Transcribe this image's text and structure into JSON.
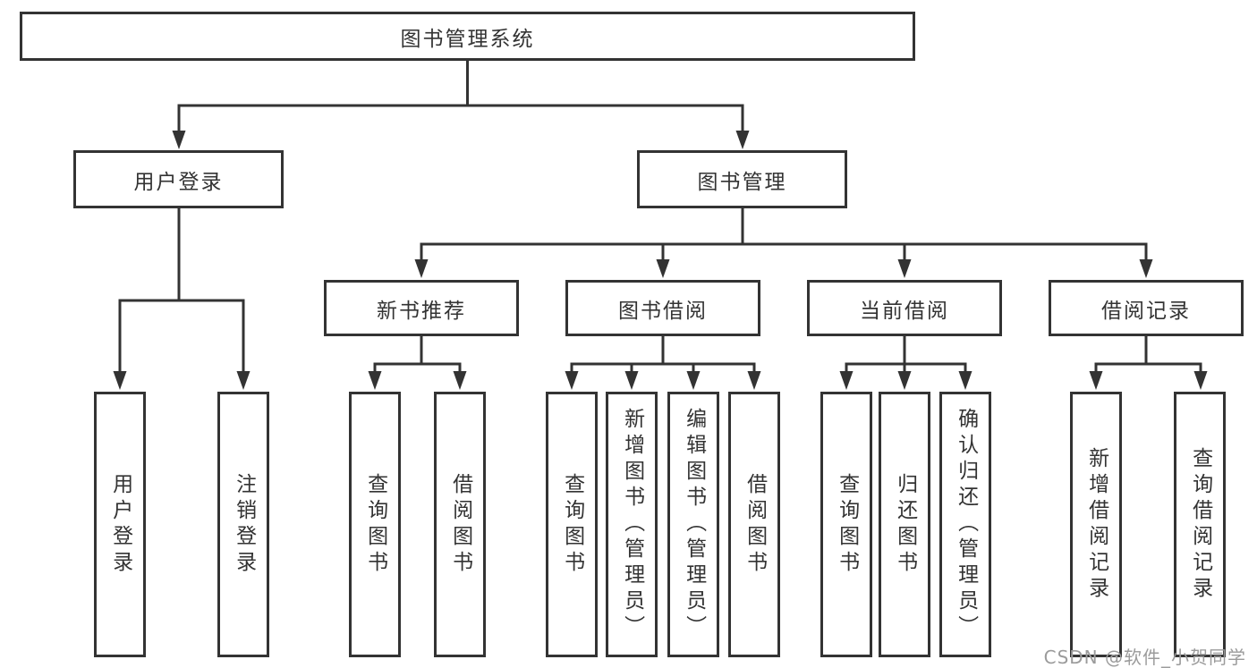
{
  "colors": {
    "line": "#333333",
    "node_border": "#333333",
    "node_background": "#ffffff",
    "text": "#333333",
    "watermark": "#9b9b9b",
    "page_background": "#ffffff"
  },
  "watermark": "CSDN @软件_小贺同学",
  "tree": {
    "root": {
      "label": "图书管理系统"
    },
    "branches": [
      {
        "label": "用户登录",
        "children": [
          {
            "label": "用户登录"
          },
          {
            "label": "注销登录"
          }
        ]
      },
      {
        "label": "图书管理",
        "children": [
          {
            "label": "新书推荐",
            "children": [
              {
                "label": "查询图书"
              },
              {
                "label": "借阅图书"
              }
            ]
          },
          {
            "label": "图书借阅",
            "children": [
              {
                "label": "查询图书"
              },
              {
                "label": "新增图书（管理员）"
              },
              {
                "label": "编辑图书（管理员）"
              },
              {
                "label": "借阅图书"
              }
            ]
          },
          {
            "label": "当前借阅",
            "children": [
              {
                "label": "查询图书"
              },
              {
                "label": "归还图书"
              },
              {
                "label": "确认归还（管理员）"
              }
            ]
          },
          {
            "label": "借阅记录",
            "children": [
              {
                "label": "新增借阅记录"
              },
              {
                "label": "查询借阅记录"
              }
            ]
          }
        ]
      }
    ]
  }
}
